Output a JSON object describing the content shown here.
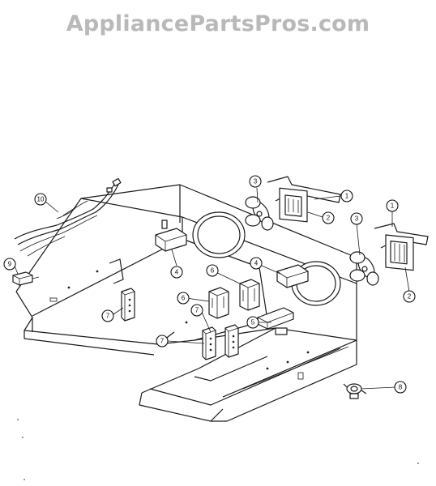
{
  "watermark": {
    "text": "AppliancePartsPros.com"
  },
  "callouts": [
    {
      "id": "c1a",
      "label": "1"
    },
    {
      "id": "c1b",
      "label": "1"
    },
    {
      "id": "c2a",
      "label": "2"
    },
    {
      "id": "c2b",
      "label": "2"
    },
    {
      "id": "c3a",
      "label": "3"
    },
    {
      "id": "c3b",
      "label": "3"
    },
    {
      "id": "c4a",
      "label": "4"
    },
    {
      "id": "c4b",
      "label": "4"
    },
    {
      "id": "c5",
      "label": "5"
    },
    {
      "id": "c6a",
      "label": "6"
    },
    {
      "id": "c6b",
      "label": "6"
    },
    {
      "id": "c7a",
      "label": "7"
    },
    {
      "id": "c7b",
      "label": "7"
    },
    {
      "id": "c7c",
      "label": "7"
    },
    {
      "id": "c8",
      "label": "8"
    },
    {
      "id": "c9",
      "label": "9"
    },
    {
      "id": "c10",
      "label": "10"
    }
  ]
}
